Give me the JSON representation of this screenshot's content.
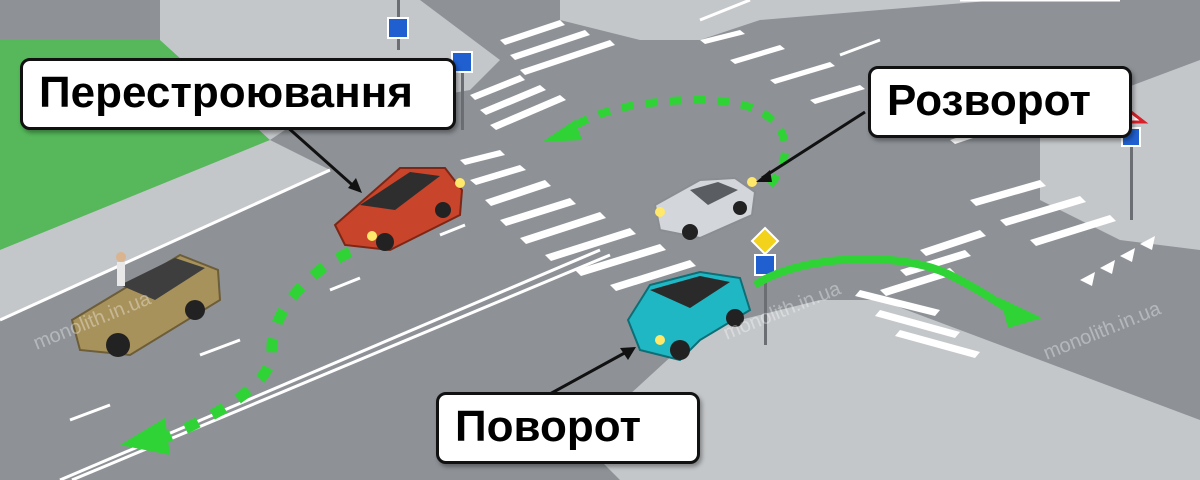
{
  "labels": {
    "lane_change": "Перестроювання",
    "u_turn": "Розворот",
    "turn": "Поворот"
  },
  "watermark": {
    "text": "monolith.in.ua"
  },
  "colors": {
    "asphalt": "#8e9297",
    "sidewalk": "#c4c7ca",
    "grass": "#56b85a",
    "marking": "#ffffff",
    "arrow_green": "#2fd336",
    "car_red": "#c8442a",
    "car_silver": "#d3d6da",
    "car_teal": "#1fb7c4",
    "car_gold": "#a8925c"
  },
  "icons": {
    "pedestrian_sign": "pedestrian-crossing-sign-icon",
    "priority_sign": "priority-road-sign-icon",
    "yield_sign": "yield-sign-icon"
  }
}
